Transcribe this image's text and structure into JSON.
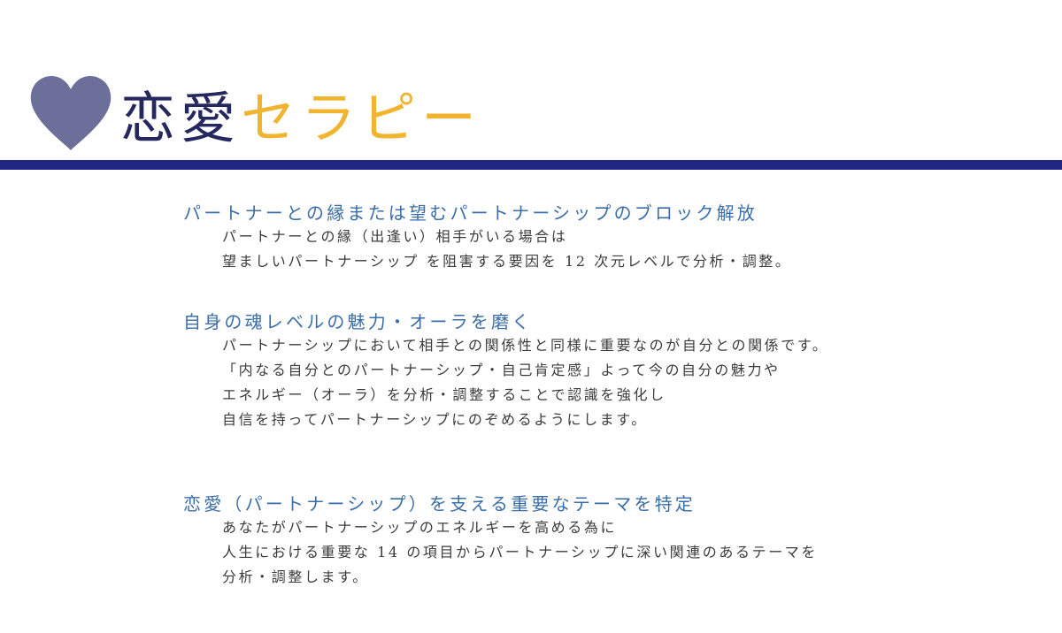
{
  "header": {
    "title_part1": "恋愛",
    "title_part2": "セラピー",
    "colors": {
      "heart": "#6d6f9b",
      "title_dark": "#25285e",
      "title_accent": "#f1b42e",
      "rule": "#1f2683",
      "section_title": "#3b6ea8",
      "body_text": "#3b3b3b"
    }
  },
  "sections": [
    {
      "title": "パートナーとの縁または望むパートナーシップのブロック解放",
      "lines": [
        "パートナーとの縁（出逢い）相手がいる場合は",
        "望ましいパートナーシップ を阻害する要因を 12 次元レベルで分析・調整。"
      ]
    },
    {
      "title": "自身の魂レベルの魅力・オーラを磨く",
      "lines": [
        "パートナーシップにおいて相手との関係性と同様に重要なのが自分との関係です。",
        "「内なる自分とのパートナーシップ・自己肯定感」よって今の自分の魅力や",
        "エネルギー（オーラ）を分析・調整することで認識を強化し",
        "自信を持ってパートナーシップにのぞめるようにします。"
      ]
    },
    {
      "title": "恋愛（パートナーシップ）を支える重要なテーマを特定",
      "lines": [
        "あなたがパートナーシップのエネルギーを高める為に",
        "人生における重要な 14 の項目からパートナーシップに深い関連のあるテーマを",
        "分析・調整します。"
      ]
    }
  ]
}
